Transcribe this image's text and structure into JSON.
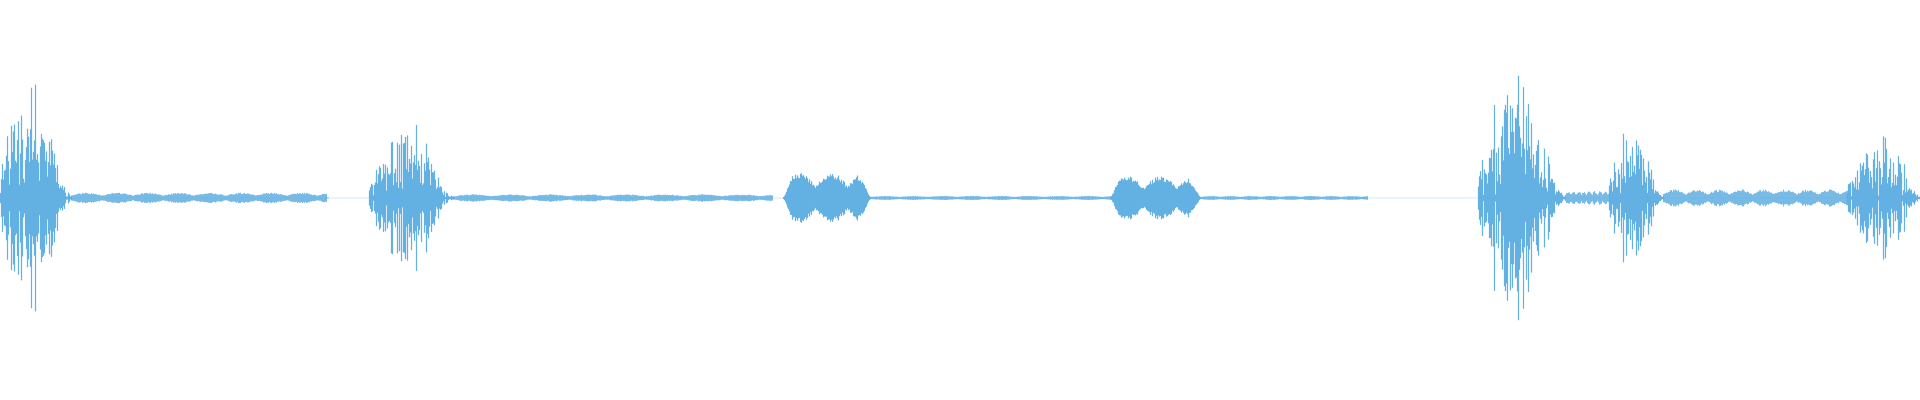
{
  "waveform": {
    "color": "#5DADE2",
    "background": "#FFFFFF",
    "segments": [
      {
        "name": "burst-1",
        "type": "spiky",
        "start": 0.0,
        "end": 0.037,
        "peak": 0.74
      },
      {
        "name": "tail-1",
        "type": "tail",
        "start": 0.037,
        "end": 0.17,
        "peak": 0.03
      },
      {
        "name": "burst-2",
        "type": "spiky",
        "start": 0.192,
        "end": 0.236,
        "peak": 0.5
      },
      {
        "name": "tail-2",
        "type": "tail",
        "start": 0.236,
        "end": 0.402,
        "peak": 0.02
      },
      {
        "name": "blob-1",
        "type": "blob",
        "start": 0.408,
        "end": 0.453,
        "peak": 0.15
      },
      {
        "name": "line-1",
        "type": "tail",
        "start": 0.453,
        "end": 0.578,
        "peak": 0.01
      },
      {
        "name": "blob-2",
        "type": "blob",
        "start": 0.578,
        "end": 0.625,
        "peak": 0.13
      },
      {
        "name": "tail-3",
        "type": "tail",
        "start": 0.625,
        "end": 0.712,
        "peak": 0.01
      },
      {
        "name": "burst-3",
        "type": "spiky",
        "start": 0.77,
        "end": 0.815,
        "peak": 0.78
      },
      {
        "name": "tail-4",
        "type": "tail",
        "start": 0.815,
        "end": 0.838,
        "peak": 0.04
      },
      {
        "name": "burst-4",
        "type": "spiky",
        "start": 0.838,
        "end": 0.866,
        "peak": 0.45
      },
      {
        "name": "tail-5",
        "type": "tail",
        "start": 0.866,
        "end": 0.962,
        "peak": 0.05
      },
      {
        "name": "burst-5",
        "type": "spiky",
        "start": 0.962,
        "end": 1.0,
        "peak": 0.42
      }
    ]
  }
}
